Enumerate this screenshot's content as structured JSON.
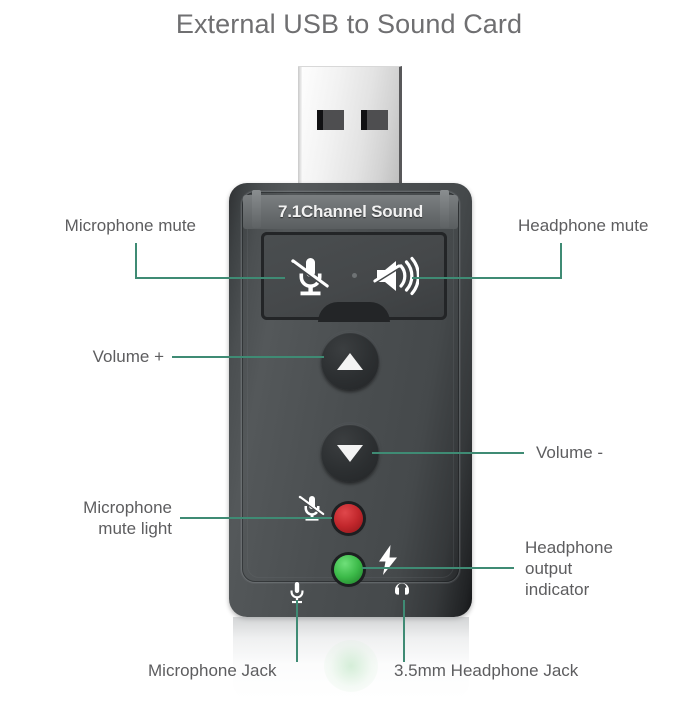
{
  "title": "External USB to Sound Card",
  "device": {
    "brand_text": "7.1Channel Sound",
    "panel_icons": [
      {
        "name": "microphone-mute-icon",
        "glyph": "microphone-muted"
      },
      {
        "name": "headphone-mute-icon",
        "glyph": "speaker-muted"
      }
    ],
    "buttons": [
      {
        "name": "volume-up-button",
        "glyph": "triangle-up"
      },
      {
        "name": "volume-down-button",
        "glyph": "triangle-down"
      }
    ],
    "leds": [
      {
        "name": "microphone-mute-led",
        "color": "#c2272c",
        "state": "red"
      },
      {
        "name": "headphone-output-led",
        "color": "#3cba49",
        "state": "green"
      }
    ],
    "body_glyphs": [
      {
        "name": "microphone-mute-glyph",
        "glyph": "microphone-muted"
      },
      {
        "name": "lightning-bolt-glyph",
        "glyph": "bolt"
      },
      {
        "name": "microphone-jack-glyph",
        "glyph": "microphone"
      },
      {
        "name": "headphone-jack-glyph",
        "glyph": "headphone"
      }
    ]
  },
  "callouts": {
    "microphone_mute": "Microphone mute",
    "headphone_mute": "Headphone mute",
    "volume_up": "Volume +",
    "volume_down": "Volume -",
    "microphone_mute_light": "Microphone\nmute light",
    "headphone_output_indicator": "Headphone\noutput\nindicator",
    "microphone_jack": "Microphone Jack",
    "headphone_jack": "3.5mm Headphone Jack"
  },
  "colors": {
    "leader_line": "#3f8b74",
    "label_text": "#5d5d5f",
    "title_text": "#6f6f71",
    "body_dark": "#45494b",
    "led_red": "#c2272c",
    "led_green": "#3cba49",
    "background": "#ffffff"
  }
}
